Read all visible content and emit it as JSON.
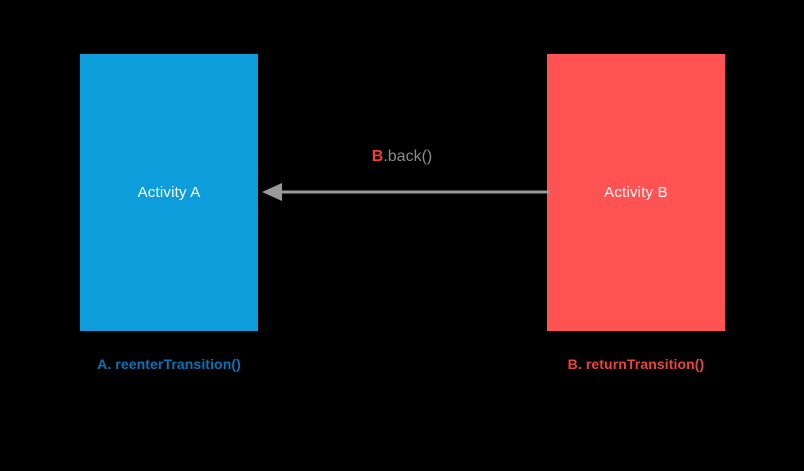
{
  "diagram": {
    "background_color": "#000000",
    "title_text": "",
    "nodes": [
      {
        "id": "activity-a",
        "label": "Activity A",
        "fill_color": "#0d9ddb",
        "text_color": "#ffffff",
        "caption": "A. reenterTransition()",
        "caption_color": "#0b72b5"
      },
      {
        "id": "activity-b",
        "label": "Activity B",
        "fill_color": "#ff5252",
        "text_color": "#ffffff",
        "caption": "B. returnTransition()",
        "caption_color": "#e8453c"
      }
    ],
    "edge": {
      "id": "edge-b-to-a",
      "from": "activity-b",
      "to": "activity-a",
      "direction": "left",
      "line_color": "#999999",
      "label_prefix": "B",
      "label_rest": ".back()",
      "label_prefix_color": "#ee4036",
      "label_rest_color": "#8a8a8a"
    }
  }
}
